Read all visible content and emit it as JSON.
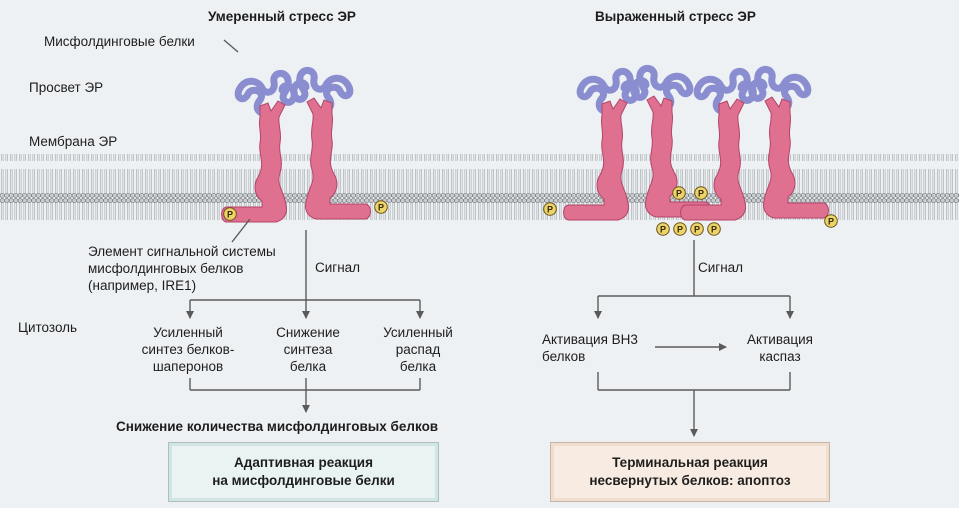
{
  "titles": {
    "moderate": "Умеренный стресс ЭР",
    "severe": "Выраженный стресс ЭР"
  },
  "labels": {
    "misfolded_proteins": "Мисфолдинговые белки",
    "er_lumen": "Просвет ЭР",
    "er_membrane": "Мембрана ЭР",
    "sensor": "Элемент сигнальной системы\nмисфолдинговых  белков\n(например, IRE1)",
    "cytosol": "Цитозоль",
    "signal_left": "Сигнал",
    "signal_right": "Сигнал",
    "phospho": "P"
  },
  "left_outcomes": [
    "Усиленный\nсинтез белков-\nшаперонов",
    "Снижение\nсинтеза\nбелка",
    "Усиленный\nраспад\nбелка"
  ],
  "left_result": "Снижение количества мисфолдинговых  белков",
  "right_outcomes": [
    "Активация ВН3\nбелков",
    "Активация\nкаспаз"
  ],
  "boxes": {
    "adaptive": "Адаптивная реакция\nна  мисфолдинговые  белки",
    "terminal": "Терминальная реакция\nнесвернутых белков: апоптоз"
  },
  "colors": {
    "receptor": "#e0708f",
    "receptor_edge": "#b2456a",
    "misfolded": "#8a8ed0",
    "phospho": "#ecd36a",
    "background": "#eef1f3"
  }
}
